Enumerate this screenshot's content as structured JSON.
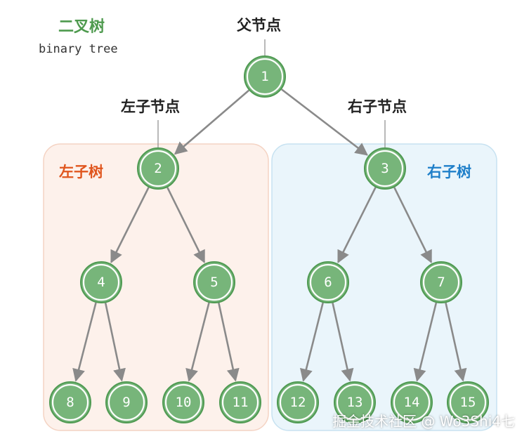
{
  "title": {
    "cn": "二叉树",
    "en": "binary tree"
  },
  "labels": {
    "parent": "父节点",
    "left_child": "左子节点",
    "right_child": "右子节点",
    "left_subtree": "左子树",
    "right_subtree": "右子树"
  },
  "watermark": "掘金技术社区 @ Wo3Shi4七",
  "tree": {
    "nodes": [
      "1",
      "2",
      "3",
      "4",
      "5",
      "6",
      "7",
      "8",
      "9",
      "10",
      "11",
      "12",
      "13",
      "14",
      "15"
    ],
    "edges": [
      [
        1,
        2
      ],
      [
        1,
        3
      ],
      [
        2,
        4
      ],
      [
        2,
        5
      ],
      [
        3,
        6
      ],
      [
        3,
        7
      ],
      [
        4,
        8
      ],
      [
        4,
        9
      ],
      [
        5,
        10
      ],
      [
        5,
        11
      ],
      [
        6,
        12
      ],
      [
        6,
        13
      ],
      [
        7,
        14
      ],
      [
        7,
        15
      ]
    ]
  },
  "colors": {
    "node_fill": "#77b57a",
    "node_ring": "#4f9a52",
    "edge": "#8a8a8a",
    "left_subtree_bg": "#fdf1eb",
    "left_subtree_border": "#f4d3c3",
    "right_subtree_bg": "#eaf5fb",
    "right_subtree_border": "#c7e2f1",
    "title": "#4e9a4e",
    "left_label": "#e0561e",
    "right_label": "#1f7fc9"
  }
}
